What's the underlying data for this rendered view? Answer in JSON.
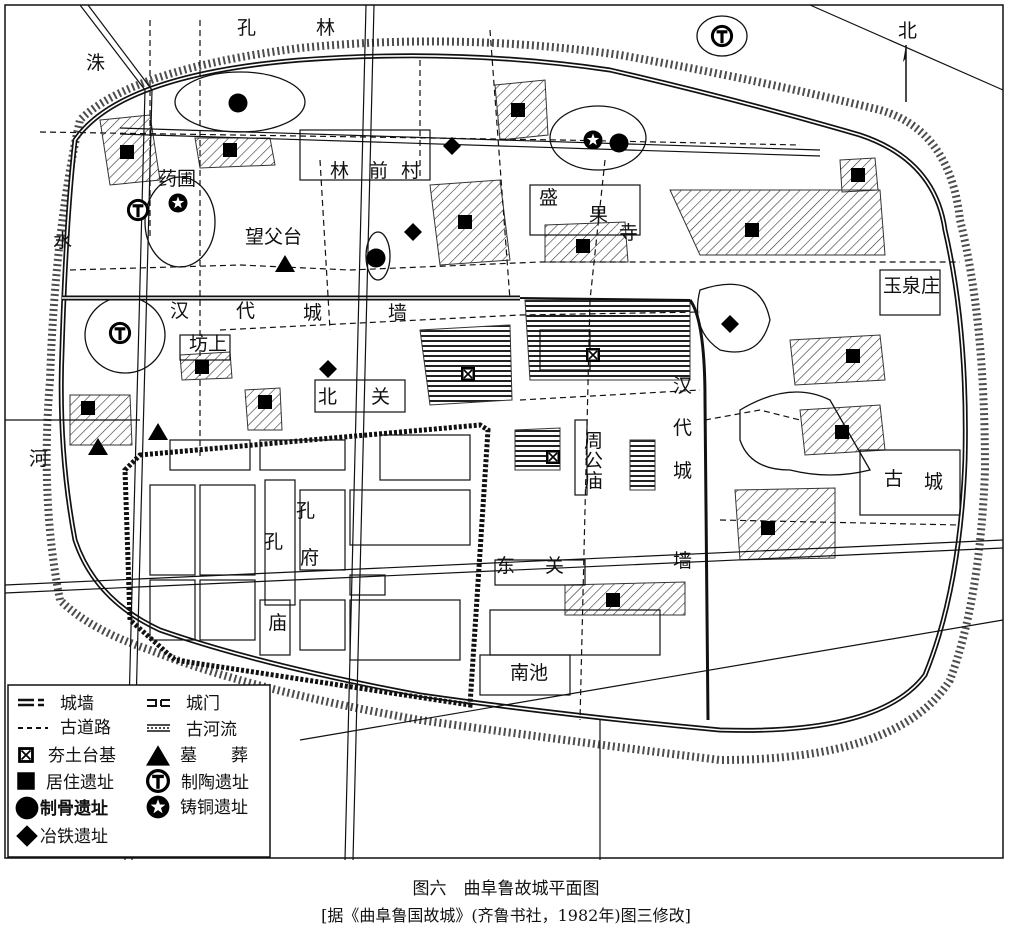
{
  "map": {
    "north_label": "北",
    "place_labels": {
      "konglin_1": "孔",
      "konglin_2": "林",
      "zhushui_1": "洙",
      "zhushui_2": "水",
      "zhushui_3": "河",
      "yaopu": "药圃",
      "wangfutai": "望父台",
      "linqiancun_1": "林",
      "linqiancun_2": "前",
      "linqiancun_3": "村",
      "shengguosi_1": "盛",
      "shengguosi_2": "果",
      "shengguosi_3": "寺",
      "yuquanzhuang": "玉泉庄",
      "handai_h_1": "汉",
      "handai_h_2": "代",
      "handai_h_3": "城",
      "handai_h_4": "墙",
      "fangshang": "坊上",
      "beiguan_1": "北",
      "beiguan_2": "关",
      "zhougongmiao_1": "周",
      "zhougongmiao_2": "公",
      "zhougongmiao_3": "庙",
      "handai_v_1": "汉",
      "handai_v_2": "代",
      "handai_v_3": "城",
      "handai_v_4": "墙",
      "gucheng_1": "古",
      "gucheng_2": "城",
      "kongfu_1": "孔",
      "kongfu_2": "府",
      "kongmiao_1": "孔",
      "kongmiao_2": "庙",
      "dongguan_1": "东",
      "dongguan_2": "关",
      "nanchi": "南池"
    }
  },
  "legend": {
    "city_wall": "城墙",
    "city_gate": "城门",
    "ancient_road": "古道路",
    "ancient_river": "古河流",
    "rammed_earth_platform": "夯土台基",
    "tomb": "墓　　葬",
    "residence_site": "居住遗址",
    "pottery_site": "制陶遗址",
    "bone_workshop_site": "制骨遗址",
    "bronze_casting_site": "铸铜遗址",
    "iron_smelting_site": "冶铁遗址"
  },
  "caption": {
    "title": "图六　曲阜鲁故城平面图",
    "source": "[据《曲阜鲁国故城》(齐鲁书社，1982年)图三修改]"
  }
}
